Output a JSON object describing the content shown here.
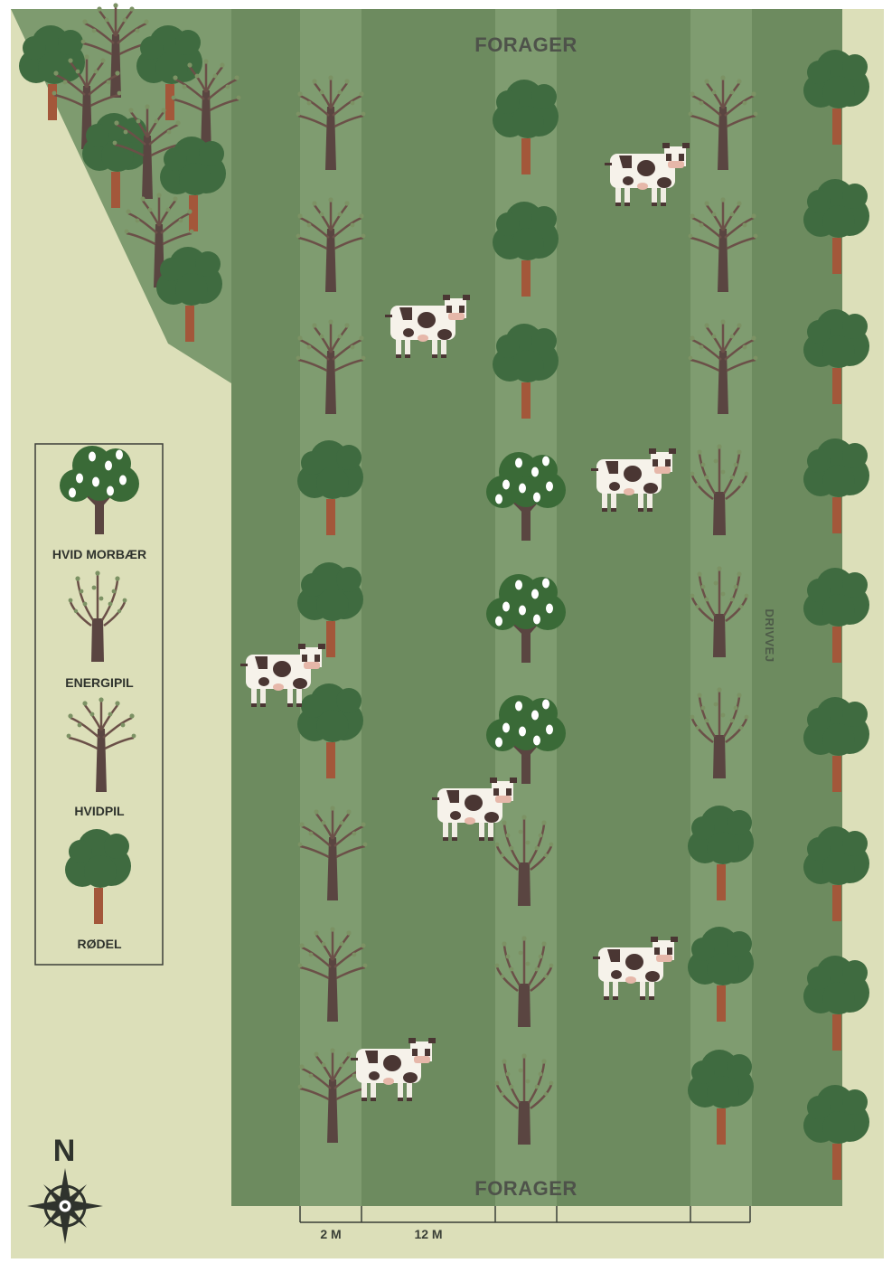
{
  "labels": {
    "top": "FORAGER",
    "bottom": "FORAGER",
    "road": "DRIVVEJ",
    "north": "N"
  },
  "legend": [
    {
      "label": "HVID MORBÆR",
      "icon": "mulberry-tree-icon"
    },
    {
      "label": "ENERGIPIL",
      "icon": "energy-willow-icon"
    },
    {
      "label": "HVIDPIL",
      "icon": "white-willow-icon"
    },
    {
      "label": "RØDEL",
      "icon": "alder-tree-icon"
    }
  ],
  "dimensions": {
    "narrow": "2 M",
    "wide": "12 M"
  },
  "colors": {
    "background": "#dcdfb9",
    "field": "#6d8b5f",
    "tree_strip": "#7f9c70",
    "forest": "#7e9b6f",
    "tree_canopy": "#3f6b40",
    "trunk_alder": "#a3573a",
    "willow_trunk": "#5a4541",
    "willow_branch": "#6b5048",
    "mulberry_fruit": "#ffffff"
  }
}
